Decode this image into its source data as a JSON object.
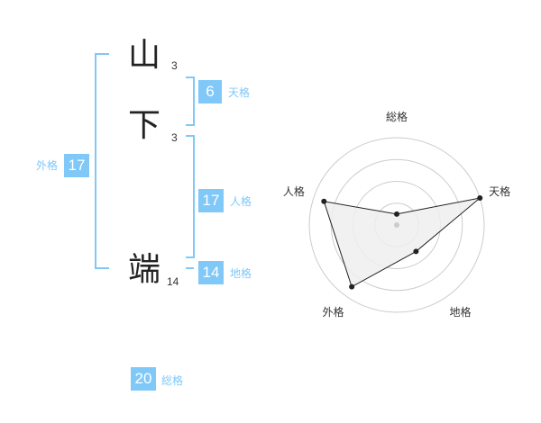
{
  "characters": [
    {
      "char": "山",
      "strokes": "3"
    },
    {
      "char": "下",
      "strokes": "3"
    },
    {
      "char": "端",
      "strokes": "14"
    }
  ],
  "kakusu": {
    "tenkaku": {
      "value": "6",
      "label": "天格"
    },
    "jinkaku": {
      "value": "17",
      "label": "人格"
    },
    "chikaku": {
      "value": "14",
      "label": "地格"
    },
    "gaikaku": {
      "value": "17",
      "label": "外格"
    },
    "soukaku": {
      "value": "20",
      "label": "総格"
    }
  },
  "colors": {
    "accent": "#7fc8f8",
    "text": "#222222",
    "grid": "#cccccc",
    "fill": "#eeeeee"
  },
  "chart_data": {
    "type": "radar",
    "axes": [
      "総格",
      "天格",
      "地格",
      "外格",
      "人格"
    ],
    "levels": 4,
    "max": 4,
    "values": [
      0.5,
      4,
      1.5,
      3.5,
      3.5
    ]
  }
}
